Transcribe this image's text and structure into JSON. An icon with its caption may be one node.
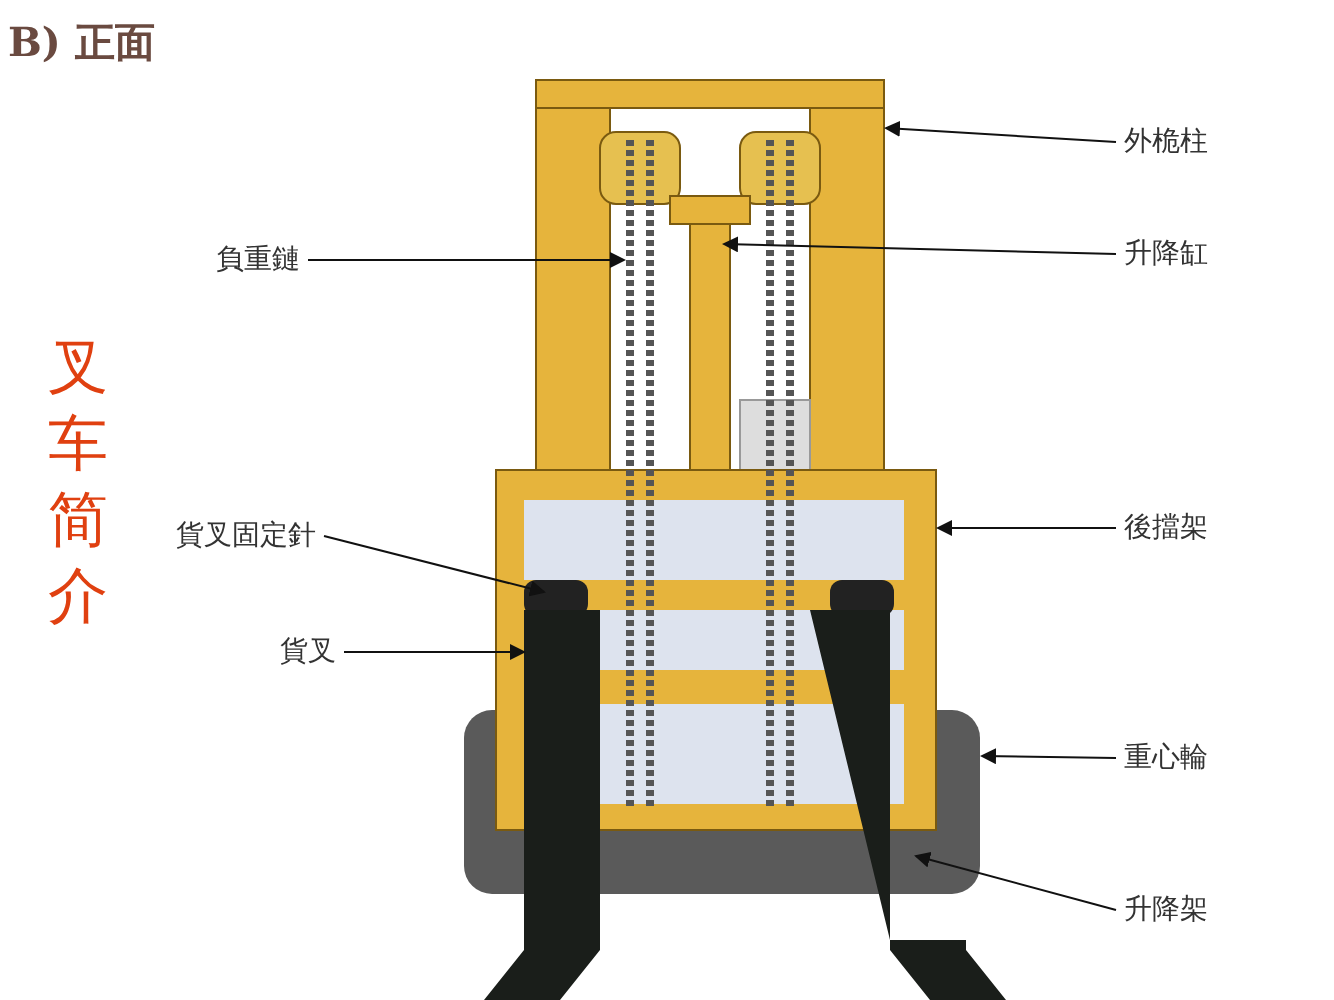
{
  "diagram": {
    "title": "B) 正面",
    "nodes": [
      {
        "text": [
          "外桅柱"
        ]
      },
      {
        "text": [
          "負重鏈"
        ]
      },
      {
        "text": [
          "升降缸"
        ]
      },
      {
        "text": [
          "貨叉固定針"
        ]
      },
      {
        "text": [
          "後擋架"
        ]
      },
      {
        "text": [
          "貨叉"
        ]
      },
      {
        "text": [
          "重心輪"
        ]
      },
      {
        "text": [
          "升降架"
        ]
      }
    ],
    "edges": [
      {
        "from": 0,
        "to": null,
        "arrow": "to"
      },
      {
        "from": 1,
        "to": null,
        "arrow": "to"
      },
      {
        "from": 2,
        "to": null,
        "arrow": "to"
      },
      {
        "from": 3,
        "to": null,
        "arrow": "to"
      },
      {
        "from": 4,
        "to": null,
        "arrow": "to"
      },
      {
        "from": 5,
        "to": null,
        "arrow": "to"
      },
      {
        "from": 6,
        "to": null,
        "arrow": "to"
      },
      {
        "from": 7,
        "to": null,
        "arrow": "to"
      }
    ],
    "labels": [
      "叉车简介"
    ]
  }
}
